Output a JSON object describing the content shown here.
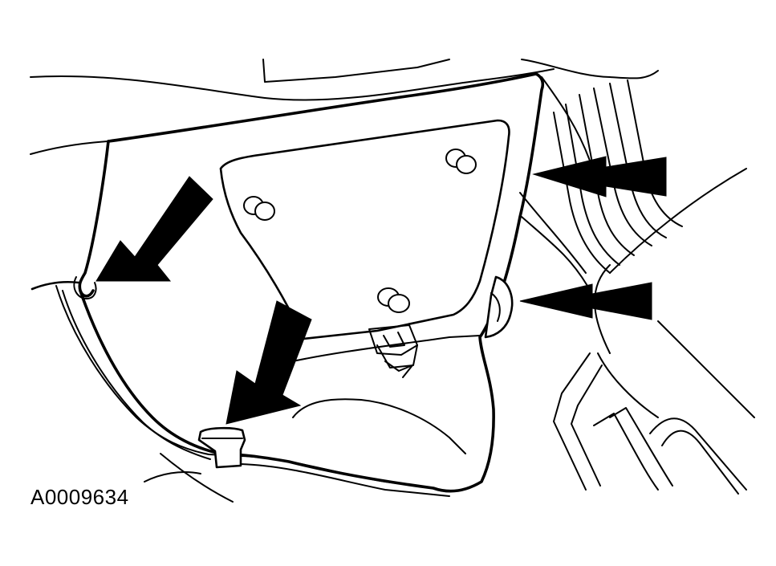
{
  "figure": {
    "code": "A0009634",
    "background": "#ffffff",
    "ink": "#000000",
    "callout_arrow_count": 4,
    "fastener_pin_count": 3
  }
}
